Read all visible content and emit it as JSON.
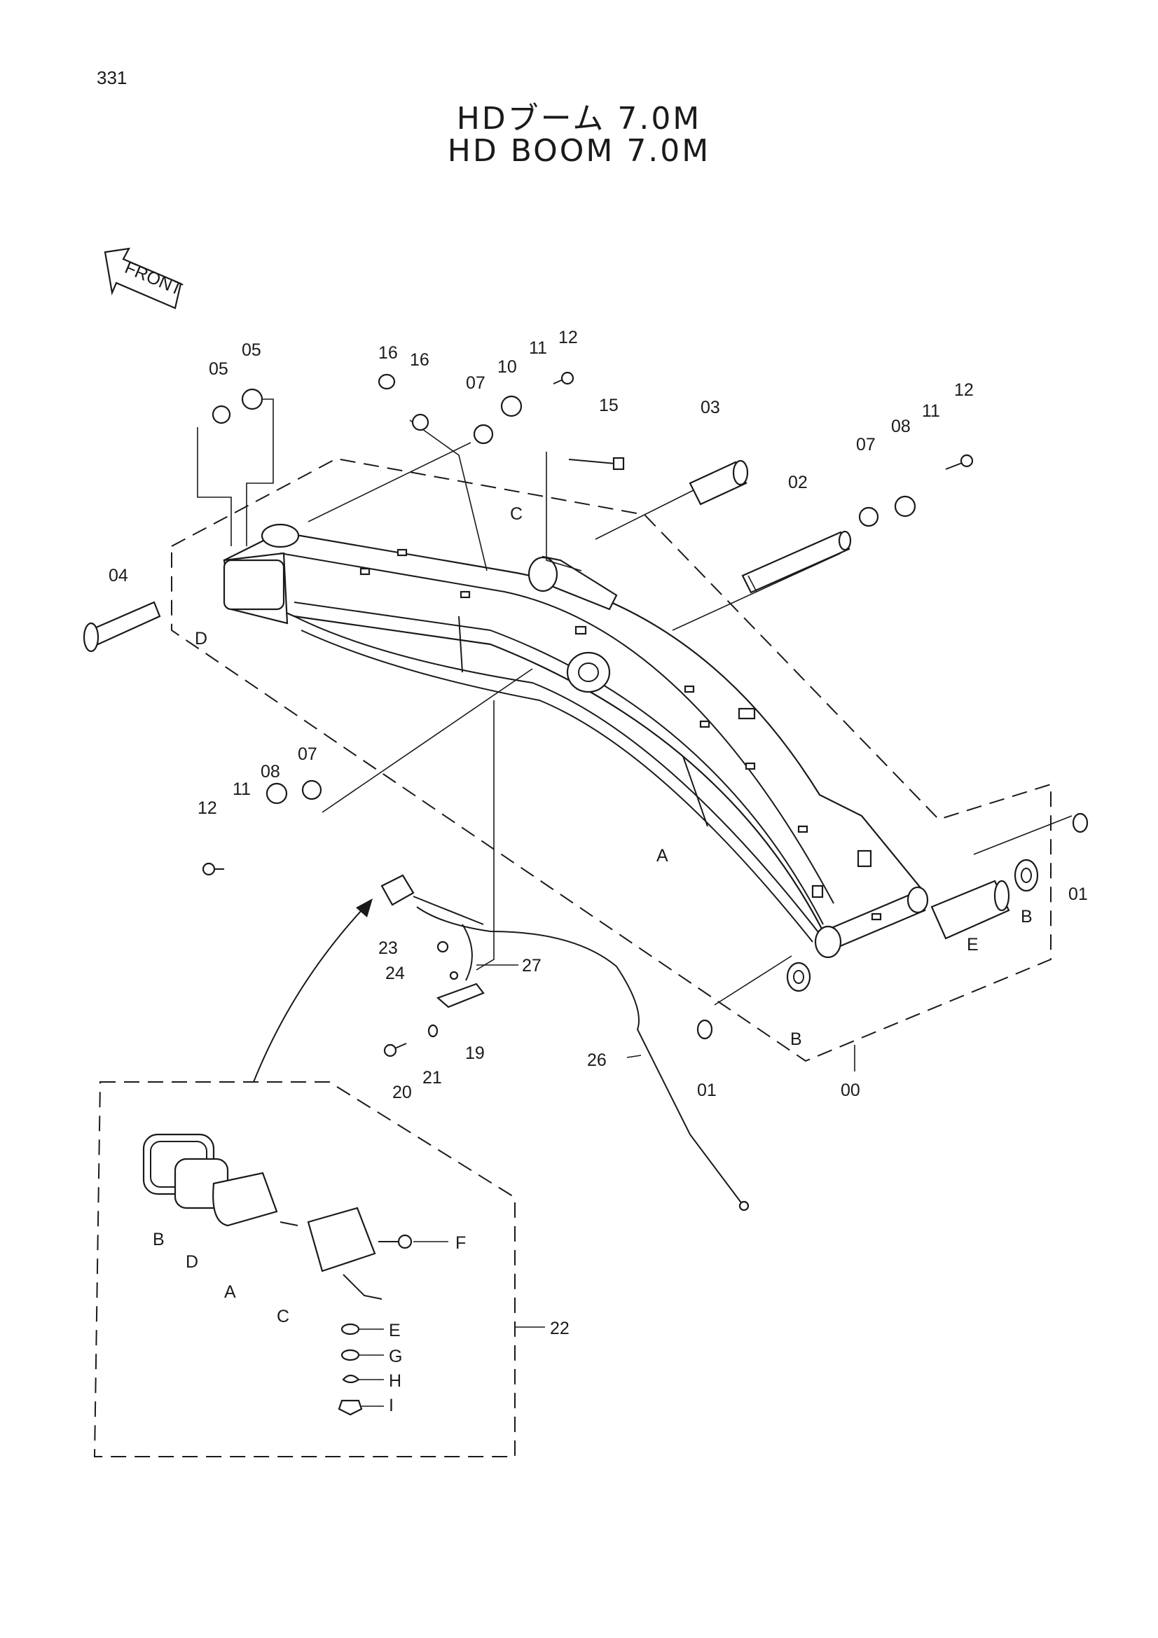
{
  "page_number": "331",
  "title_jp": "HDブーム 7.0M",
  "title_en": "HD BOOM 7.0M",
  "front_label": "FRONT",
  "callouts": {
    "c00": "00",
    "c01a": "01",
    "c01b": "01",
    "c02": "02",
    "c03": "03",
    "c04": "04",
    "c05a": "05",
    "c05b": "05",
    "c07a": "07",
    "c07b": "07",
    "c07c": "07",
    "c08a": "08",
    "c08b": "08",
    "c10": "10",
    "c11a": "11",
    "c11b": "11",
    "c11c": "11",
    "c12a": "12",
    "c12b": "12",
    "c12c": "12",
    "c15": "15",
    "c16a": "16",
    "c16b": "16",
    "c19": "19",
    "c20": "20",
    "c21": "21",
    "c22": "22",
    "c23": "23",
    "c24": "24",
    "c26": "26",
    "c27": "27",
    "lA": "A",
    "lB1": "B",
    "lB2": "B",
    "lC": "C",
    "lD": "D",
    "lE": "E",
    "kA": "A",
    "kB": "B",
    "kC": "C",
    "kD": "D",
    "kE": "E",
    "kF": "F",
    "kG": "G",
    "kH": "H",
    "kI": "I"
  }
}
